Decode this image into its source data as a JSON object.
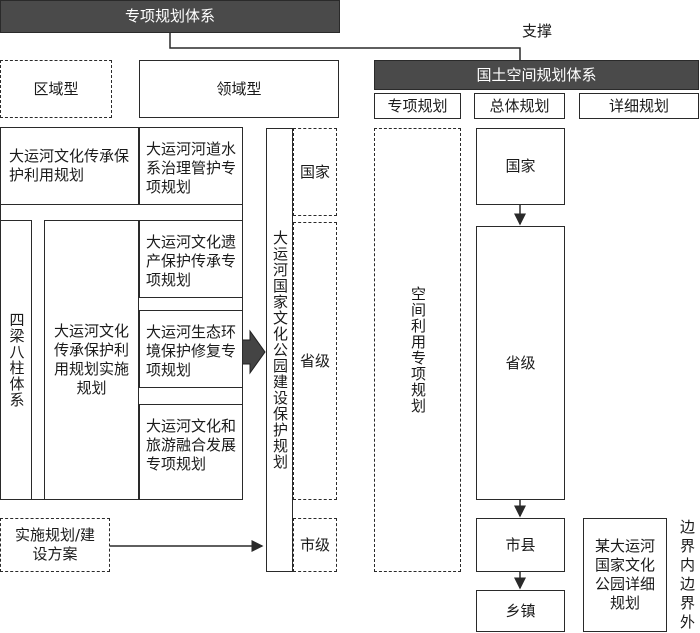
{
  "top_title": "专项规划体系",
  "support_label": "支撑",
  "quyu": "区域型",
  "lingyu": "领域型",
  "left_main": "大运河文化传承保护利用规划",
  "sizhu": "四梁八柱体系",
  "shishi_gui": "大运河文化传承保护利用规划实施规划",
  "field_plans": [
    "大运河河道水系治理管护专项规划",
    "大运河文化遗产保护传承专项规划",
    "大运河生态环境保护修复专项规划",
    "大运河文化和旅游融合发展专项规划"
  ],
  "park_plan": "大运河国家文化公园建设保护规划",
  "levels_left": [
    "国家",
    "省级",
    "市级"
  ],
  "implementation": "实施规划/建设方案",
  "right_title": "国土空间规划体系",
  "right_tabs": [
    "专项规划",
    "总体规划",
    "详细规划"
  ],
  "space_plan": "空间利用专项规划",
  "levels_right": [
    "国家",
    "省级",
    "市县",
    "乡镇"
  ],
  "detail_plan": "某大运河国家文化公园详细规划",
  "boundary_in": "边界内",
  "boundary_out": "边界外"
}
